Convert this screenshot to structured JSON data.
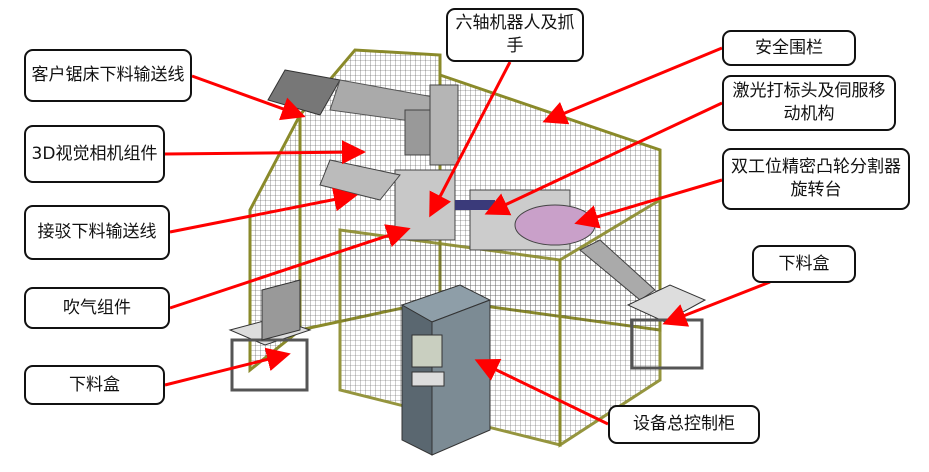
{
  "labels": {
    "saw_conveyor": "客户锯床下料输送线",
    "camera": "3D视觉相机组件",
    "transfer_conveyor": "接驳下料输送线",
    "blower": "吹气组件",
    "bin_left": "下料盒",
    "robot": "六轴机器人及抓手",
    "fence": "安全围栏",
    "laser": "激光打标头及伺服移动机构",
    "rotary_table": "双工位精密凸轮分割器旋转台",
    "bin_right": "下料盒",
    "control_cabinet": "设备总控制柜"
  },
  "colors": {
    "arrow": "#ff0000",
    "fence_frame": "#8a8a2a",
    "mesh": "#333333",
    "machine": "#9a9a9a"
  }
}
